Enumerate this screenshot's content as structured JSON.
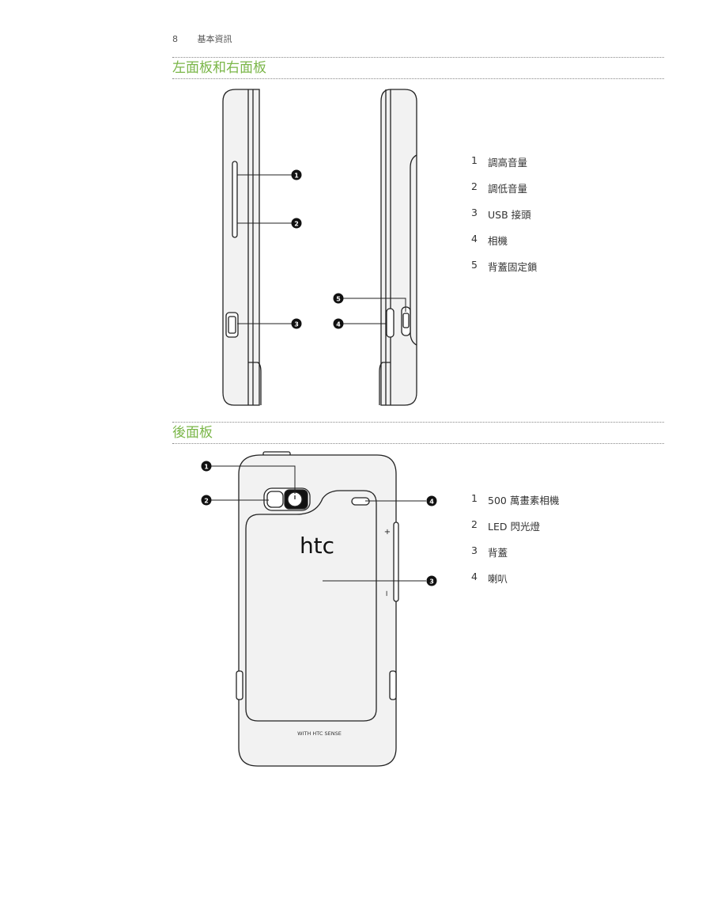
{
  "header": {
    "page_number": "8",
    "chapter": "基本資訊"
  },
  "sections": {
    "side": {
      "title": "左面板和右面板"
    },
    "back": {
      "title": "後面板"
    }
  },
  "side_legend": [
    {
      "num": "1",
      "label": "調高音量"
    },
    {
      "num": "2",
      "label": "調低音量"
    },
    {
      "num": "3",
      "label": "USB 接頭"
    },
    {
      "num": "4",
      "label": "相機"
    },
    {
      "num": "5",
      "label": "背蓋固定鎖"
    }
  ],
  "back_legend": [
    {
      "num": "1",
      "label": "500 萬畫素相機"
    },
    {
      "num": "2",
      "label": "LED 閃光燈"
    },
    {
      "num": "3",
      "label": "背蓋"
    },
    {
      "num": "4",
      "label": "喇叭"
    }
  ],
  "callouts": {
    "c1": "1",
    "c2": "2",
    "c3": "3",
    "c4": "4",
    "c5": "5",
    "b1": "1",
    "b2": "2",
    "b3": "3",
    "b4": "4"
  },
  "phone_back": {
    "logo": "htc",
    "tagline": "WITH HTC SENSE",
    "plus": "+",
    "minus": "−"
  }
}
